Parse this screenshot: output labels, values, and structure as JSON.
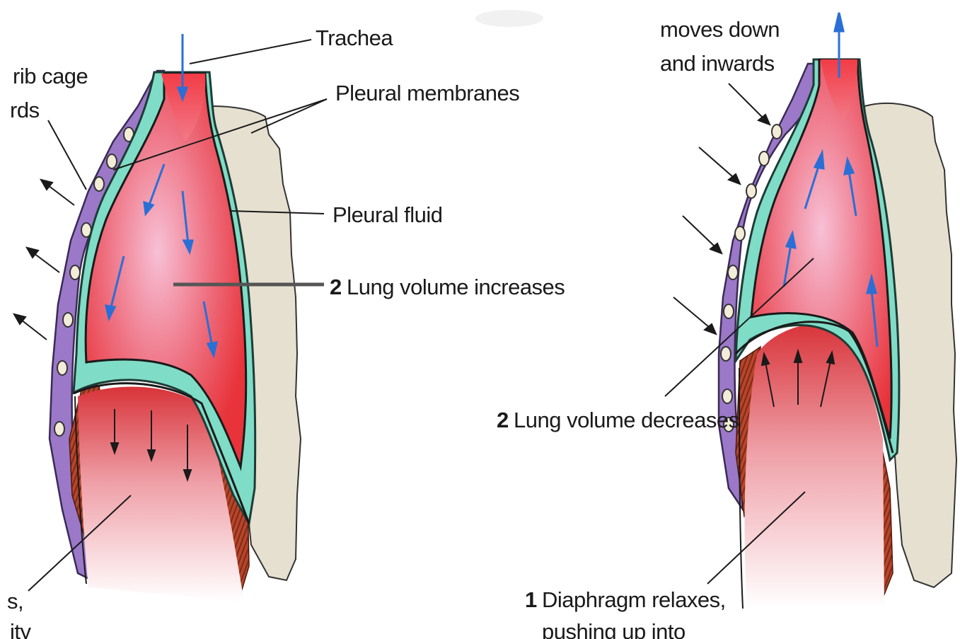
{
  "labels": {
    "trachea": "Trachea",
    "pleural_membranes": "Pleural membranes",
    "pleural_fluid": "Pleural fluid",
    "left_rib_line1": "rib cage",
    "left_rib_line2": "rds",
    "left_step_number": "2",
    "left_step_text": "Lung volume increases",
    "left_bottom_line1": "s,",
    "left_bottom_line2": "ity",
    "right_rib_line1": "moves down",
    "right_rib_line2": "and inwards",
    "right_step_number": "2",
    "right_step_text": "Lung volume decreases",
    "diaphragm_number": "1",
    "diaphragm_line1": "Diaphragm relaxes,",
    "diaphragm_line2": "pushing up into"
  },
  "colors": {
    "lung": "#e8333a",
    "lung_highlight": "#f7c0d6",
    "pleura": "#7fdcc6",
    "rib_cage": "#9b78c8",
    "spine": "#e6e0d0",
    "muscle": "#b8452a",
    "airflow_arrow": "#2a6fd6"
  }
}
